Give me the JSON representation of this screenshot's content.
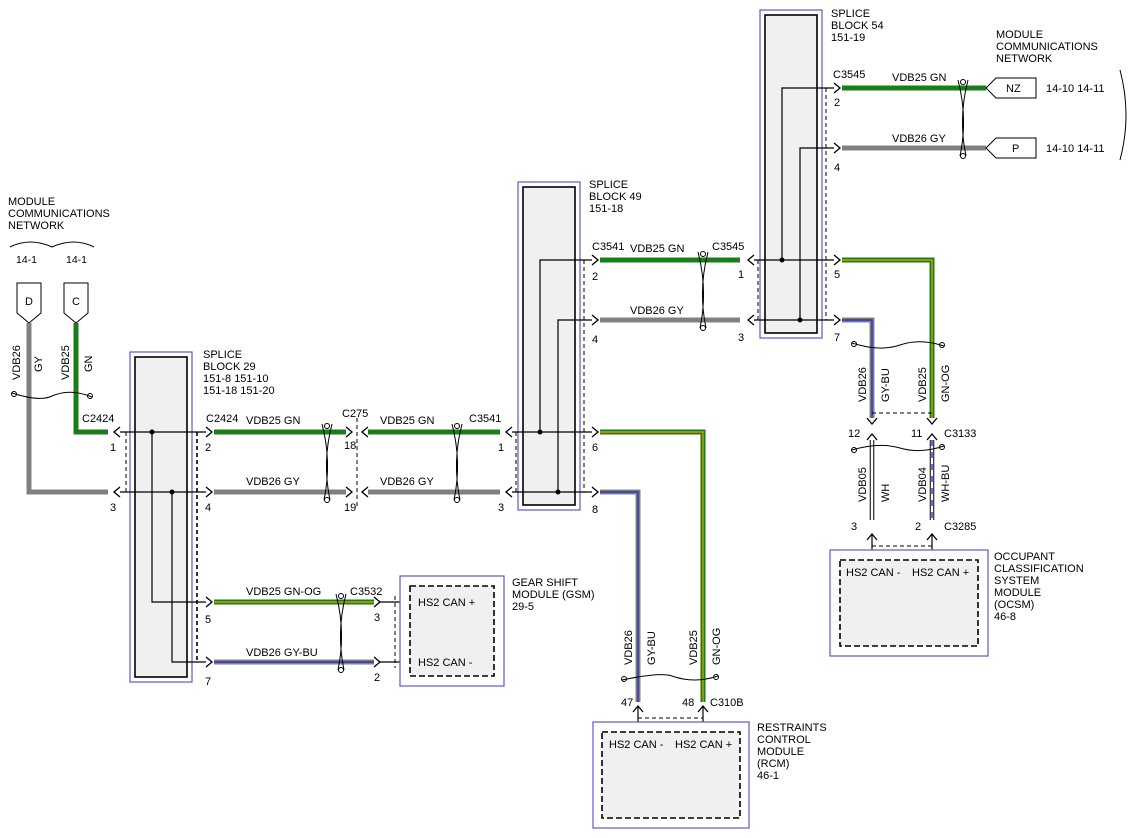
{
  "network_left": {
    "title": [
      "MODULE",
      "COMMUNICATIONS",
      "NETWORK"
    ],
    "ref1": "14-1",
    "ref2": "14-1"
  },
  "network_right": {
    "title": [
      "MODULE",
      "COMMUNICATIONS",
      "NETWORK"
    ],
    "ref_nz": "14-10  14-11",
    "ref_p": "14-10  14-11"
  },
  "connectors": {
    "d": "D",
    "c": "C",
    "nz": "NZ",
    "p": "P"
  },
  "splice29": {
    "title": [
      "SPLICE",
      "BLOCK 29",
      "151-8    151-10",
      "151-18  151-20"
    ]
  },
  "splice49": {
    "title": [
      "SPLICE",
      "BLOCK 49",
      "151-18"
    ]
  },
  "splice54": {
    "title": [
      "SPLICE",
      "BLOCK 54",
      "151-19"
    ]
  },
  "gsm": {
    "title": [
      "GEAR SHIFT",
      "MODULE (GSM)",
      "29-5"
    ],
    "pin_plus": "HS2 CAN +",
    "pin_minus": "HS2 CAN -"
  },
  "rcm": {
    "title": [
      "RESTRAINTS",
      "CONTROL",
      "MODULE",
      "(RCM)",
      "46-1"
    ],
    "pin_minus": "HS2 CAN -",
    "pin_plus": "HS2 CAN +"
  },
  "ocsm": {
    "title": [
      "OCCUPANT",
      "CLASSIFICATION",
      "SYSTEM",
      "MODULE",
      "(OCSM)",
      "46-8"
    ],
    "pin_minus": "HS2 CAN -",
    "pin_plus": "HS2 CAN +"
  },
  "labels": {
    "c2424": "C2424",
    "c275": "C275",
    "c3541": "C3541",
    "c3545": "C3545",
    "c3532": "C3532",
    "c310b": "C310B",
    "c3133": "C3133",
    "c3285": "C3285",
    "vdb25_gn": "VDB25   GN",
    "vdb26_gy": "VDB26   GY",
    "vdb25_gnog": "VDB25    GN-OG",
    "vdb26_gybu": "VDB26    GY-BU",
    "vdb25": "VDB25",
    "vdb26": "VDB26",
    "vdb05": "VDB05",
    "vdb04": "VDB04",
    "gn": "GN",
    "gy": "GY",
    "gnog": "GN-OG",
    "gybu": "GY-BU",
    "wh": "WH",
    "whbu": "WH-BU"
  },
  "pins": {
    "p1": "1",
    "p2": "2",
    "p3": "3",
    "p4": "4",
    "p5": "5",
    "p6": "6",
    "p7": "7",
    "p8": "8",
    "p11": "11",
    "p12": "12",
    "p18": "18",
    "p19": "19",
    "p47": "47",
    "p48": "48"
  }
}
